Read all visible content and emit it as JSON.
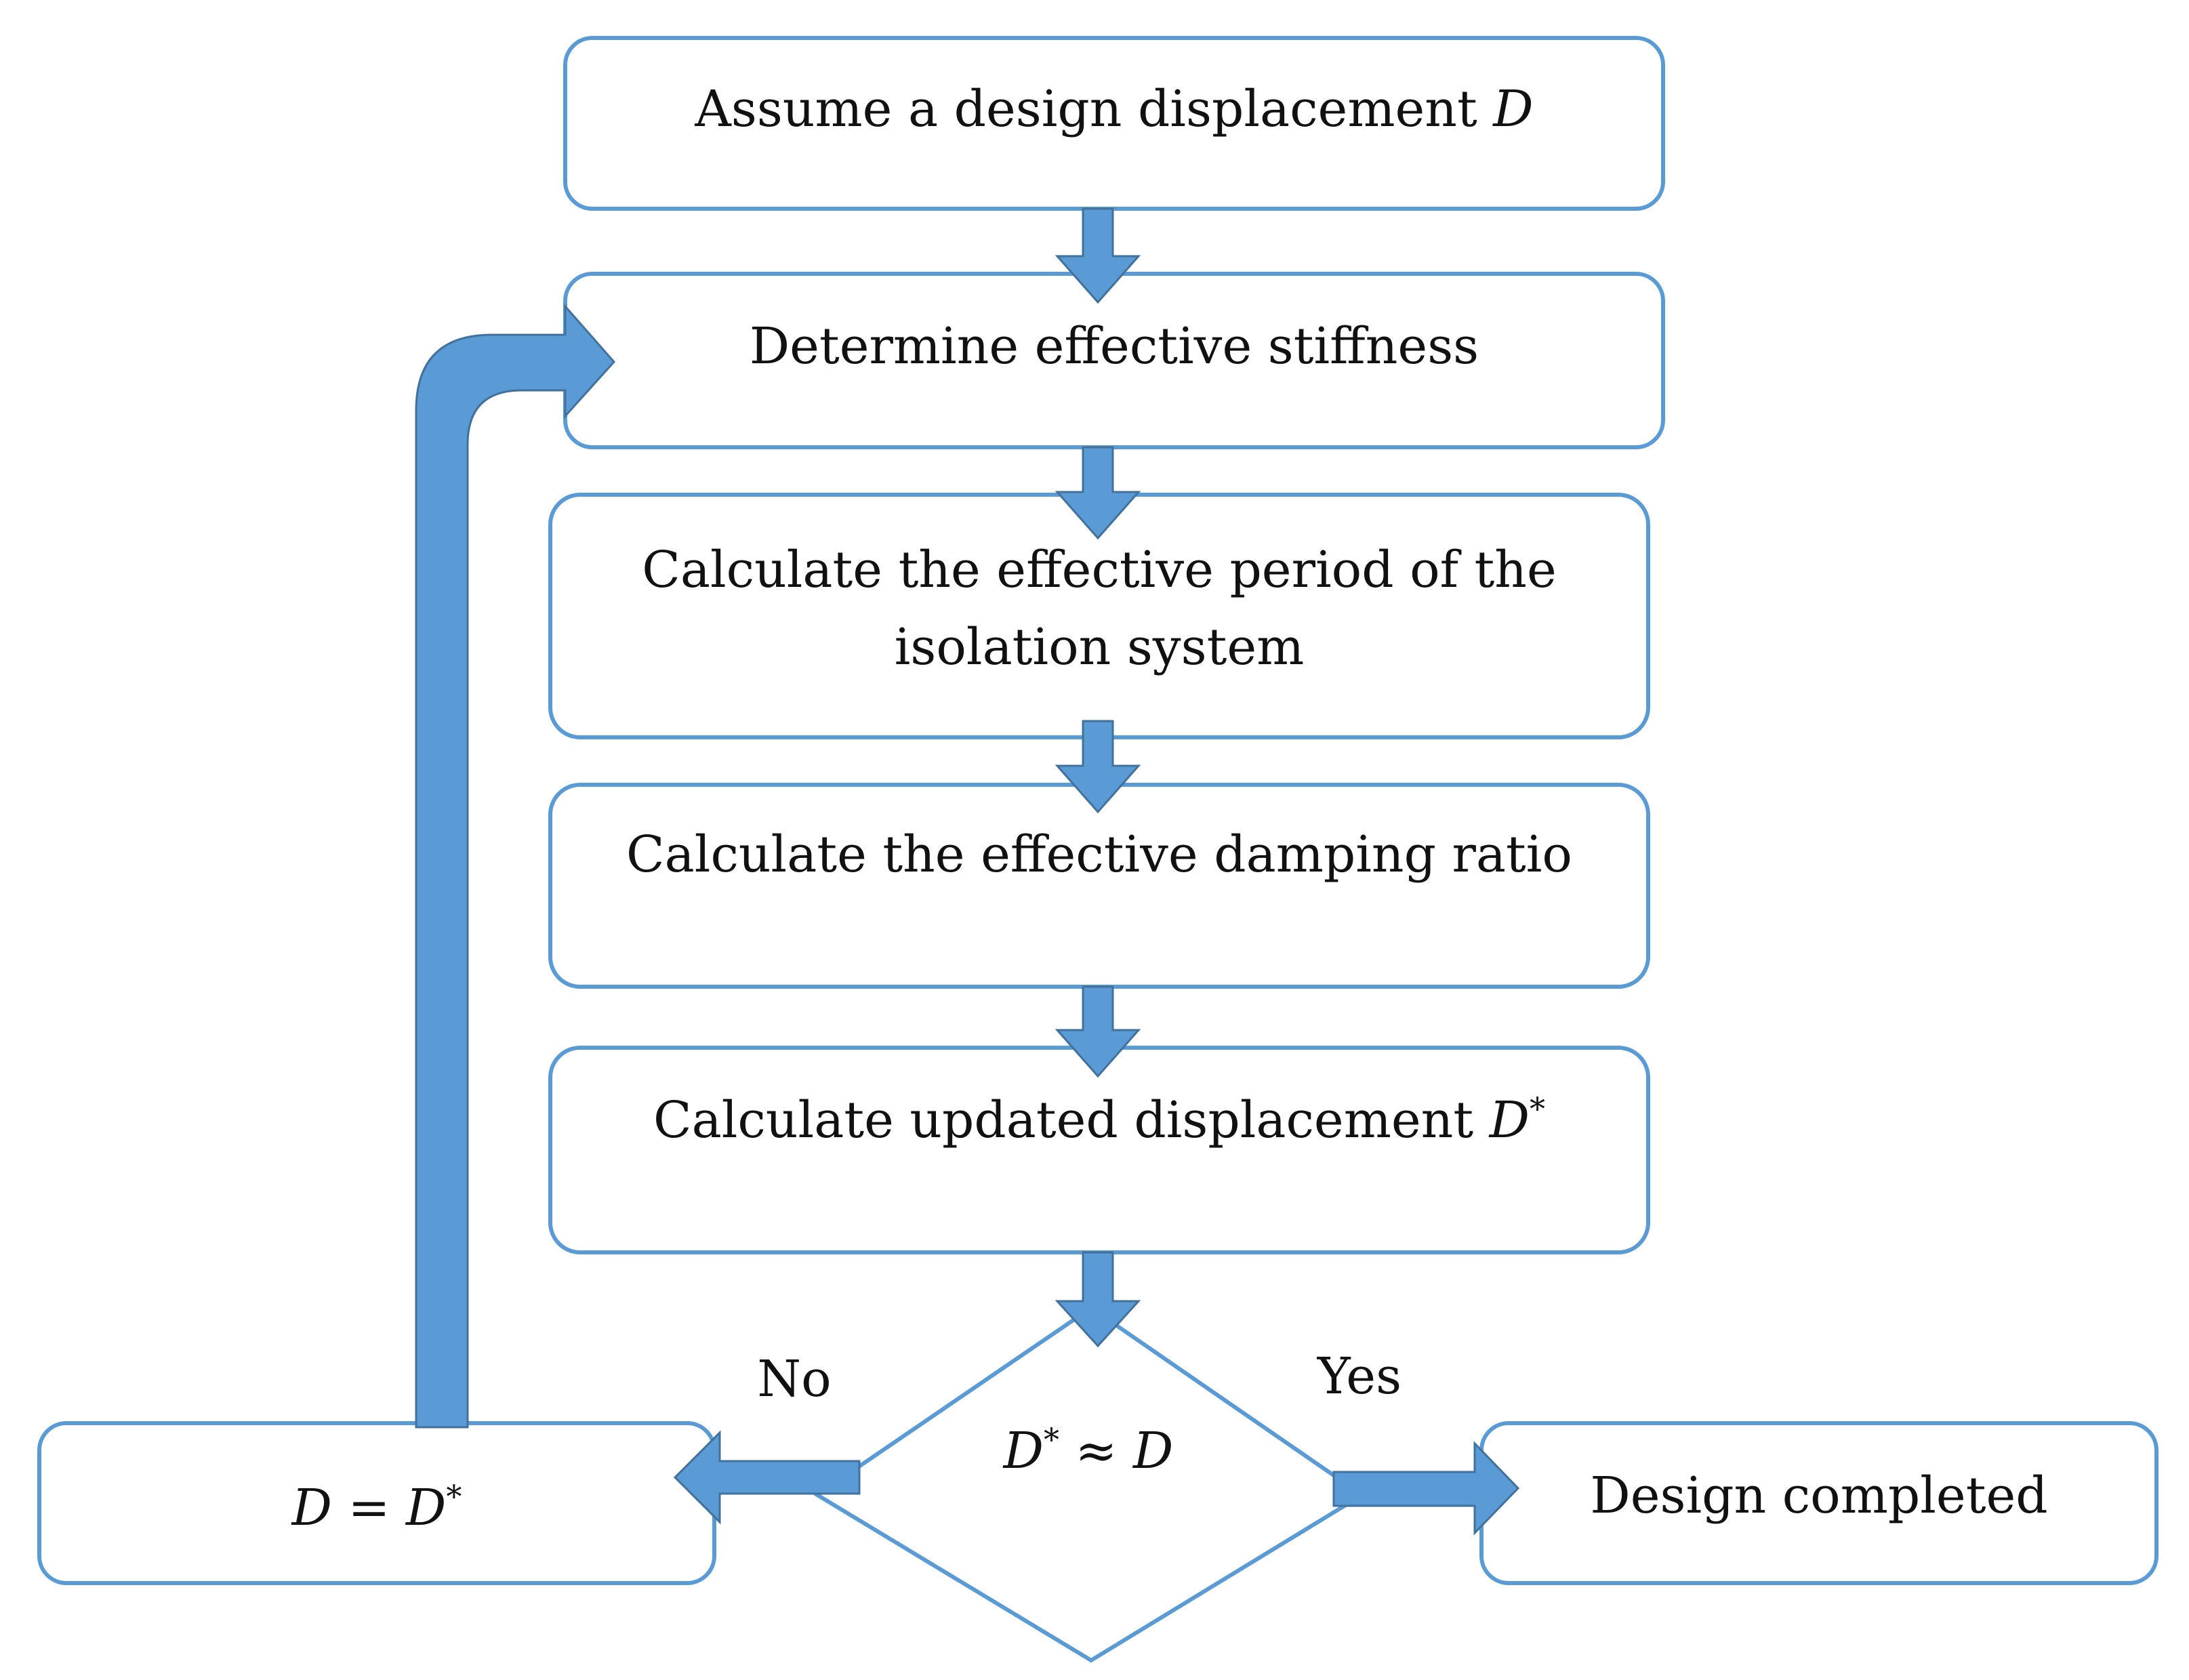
{
  "flowchart": {
    "steps": [
      {
        "id": "step-1",
        "text": "Assume a design displacement ",
        "math": "D"
      },
      {
        "id": "step-2",
        "text": "Determine effective stiffness"
      },
      {
        "id": "step-3",
        "lines": [
          "Calculate the effective period of the",
          "isolation system"
        ]
      },
      {
        "id": "step-4",
        "text": "Calculate the effective damping ratio"
      },
      {
        "id": "step-5",
        "text": "Calculate updated displacement ",
        "math": "D",
        "sup": "*"
      }
    ],
    "decision": {
      "lhs": "D",
      "sup": "*",
      "op": " ≈ ",
      "rhs": "D"
    },
    "branches": {
      "no_label": "No",
      "yes_label": "Yes"
    },
    "update_box": {
      "lhs": "D",
      "op": " = ",
      "rhs": "D",
      "sup": "*"
    },
    "end_box": {
      "text": "Design completed"
    },
    "colors": {
      "box_stroke": "#5b9bd5",
      "arrow_fill": "#5b9bd5",
      "arrow_stroke": "#41719c",
      "text": "#111111"
    }
  }
}
